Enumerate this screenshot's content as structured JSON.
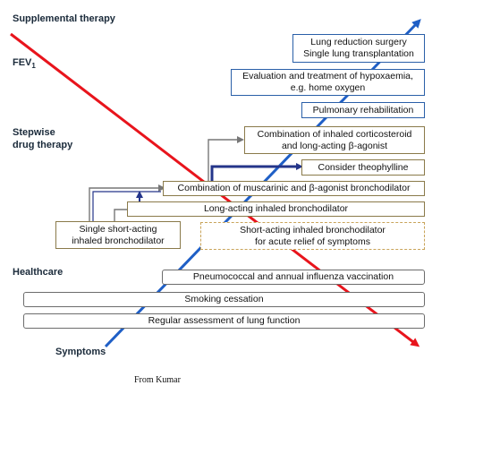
{
  "sections": {
    "supplemental": "Supplemental therapy",
    "fev1_main": "FEV",
    "fev1_sub": "1",
    "stepwise_line1": "Stepwise",
    "stepwise_line2": "drug therapy",
    "healthcare": "Healthcare",
    "symptoms": "Symptoms"
  },
  "supplemental_boxes": {
    "lung_surgery_line1": "Lung reduction surgery",
    "lung_surgery_line2": "Single lung transplantation",
    "hypoxaemia_line1": "Evaluation and treatment of hypoxaemia,",
    "hypoxaemia_line2": "e.g. home oxygen",
    "rehab": "Pulmonary rehabilitation"
  },
  "drug_boxes": {
    "combo_ics_line1": "Combination of inhaled corticosteroid",
    "combo_ics_line2": "and long-acting β-agonist",
    "theophylline": "Consider theophylline",
    "combo_muscarinic": "Combination of muscarinic and β-agonist bronchodilator",
    "long_acting": "Long-acting inhaled bronchodilator",
    "single_short_line1": "Single short-acting",
    "single_short_line2": "inhaled bronchodilator",
    "short_acting_line1": "Short-acting inhaled bronchodilator",
    "short_acting_line2": "for acute relief of symptoms"
  },
  "healthcare_boxes": {
    "vaccination": "Pneumococcal and annual influenza vaccination",
    "smoking": "Smoking cessation",
    "assessment": "Regular assessment of lung function"
  },
  "credit": "From Kumar",
  "colors": {
    "fev1_line": "#e8141c",
    "symptoms_line": "#1f5fc6",
    "box_blue": "#2a5fa8",
    "box_tan": "#8a7a4a",
    "box_gray": "#6c6c6c",
    "dashed": "#c9a45a"
  }
}
